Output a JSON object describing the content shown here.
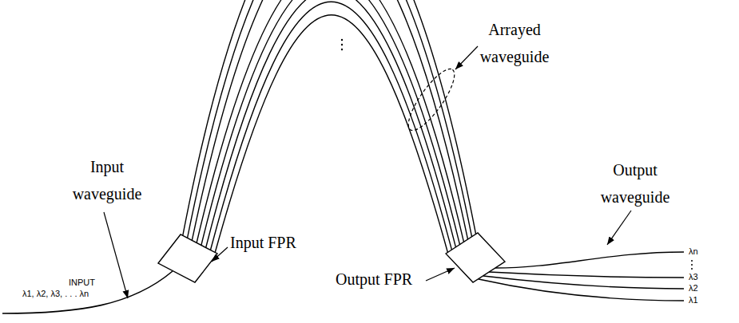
{
  "diagram": {
    "labels": [
      "Input waveguide",
      "INPUT",
      "λ1, λ2, λ3, . . . λn",
      "Input FPR",
      "Arrayed waveguide",
      "Output FPR",
      "Output waveguide",
      "λn",
      "λ3",
      "λ2",
      "λ1"
    ]
  }
}
